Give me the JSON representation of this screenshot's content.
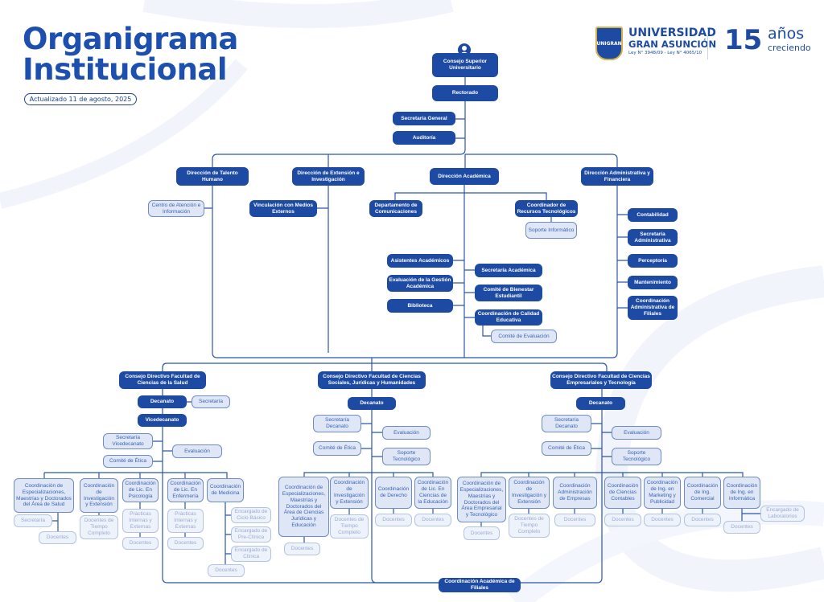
{
  "header": {
    "title_line1": "Organigrama",
    "title_line2": "Institucional",
    "updated": "Actualizado 11 de agosto, 2025"
  },
  "logo": {
    "shield": "UNIGRAN",
    "name1": "UNIVERSIDAD",
    "name2": "GRAN ASUNCIÓN",
    "law": "Ley N° 3948/09 - Ley N° 4065/10",
    "anniv_num": "15",
    "anniv_word": "años",
    "anniv_sub": "creciendo"
  },
  "colors": {
    "primary": "#1d4aa3",
    "light": "#dfe7f7",
    "faded": "#eef2fa"
  },
  "top": {
    "consejo": "Consejo Superior Universitario",
    "rectorado": "Rectorado",
    "secretaria_general": "Secretaría General",
    "auditoria": "Auditoría"
  },
  "direcciones": {
    "talento": "Dirección de Talento Humano",
    "extension": "Dirección de Extensión e Investigación",
    "academica": "Dirección Académica",
    "administrativa": "Dirección Administrativa y Financiera"
  },
  "units": {
    "centro": "Centro de Atención e Información",
    "vinculacion": "Vinculación con Medios Externos",
    "comunicaciones": "Departamento de Comunicaciones",
    "recursos": "Coordinador de Recursos Tecnológicos",
    "soporte_info": "Soporte Informático",
    "asistentes": "Asistentes Académicos",
    "eval_gestion": "Evaluación de la Gestión Académica",
    "biblioteca": "Biblioteca",
    "sec_academica": "Secretaría Académica",
    "bienestar": "Comité de Bienestar Estudiantil",
    "calidad": "Coordinación de Calidad Educativa",
    "comite_eval": "Comité de Evaluación",
    "contabilidad": "Contabilidad",
    "sec_admin": "Secretaría Administrativa",
    "perceptoria": "Perceptoría",
    "mantenimiento": "Mantenimiento",
    "coord_filiales_admin": "Coordinación Administrativa de Filiales"
  },
  "salud": {
    "consejo": "Consejo Directivo Facultad de Ciencias de la Salud",
    "decanato": "Decanato",
    "secretaria": "Secretaría",
    "vicedecanato": "Vicedecanato",
    "sec_vice": "Secretaría Vicedecanato",
    "etica": "Comité de Ética",
    "evaluacion": "Evaluación",
    "esp": "Coordinación de Especializaciones, Maestrías y Doctorados del Área de Salud",
    "esp_sec": "Secretaría",
    "esp_doc": "Docentes",
    "inv": "Coordinación de Investigación y Extensión",
    "inv_doc": "Docentes de Tiempo Completo",
    "psi": "Coordinación de Lic. En Psicología",
    "psi_prac": "Prácticas Internas y Externas",
    "psi_doc": "Docentes",
    "enf": "Coordinación de Lic. En Enfermería",
    "enf_prac": "Prácticas Internas y Externas",
    "enf_doc": "Docentes",
    "med": "Coordinación de Medicina",
    "med_ciclo": "Encargado de Ciclo Básico",
    "med_pre": "Encargado de Pre-Clínica",
    "med_cli": "Encargado de Clínica",
    "med_doc": "Docentes"
  },
  "sociales": {
    "consejo": "Consejo Directivo Facultad de Ciencias Sociales, Jurídicas y Humanidades",
    "decanato": "Decanato",
    "sec": "Secretaría Decanato",
    "etica": "Comité de Ética",
    "evaluacion": "Evaluación",
    "soporte": "Soporte Tecnológico",
    "esp": "Coordinación de Especializaciones, Maestrías y Doctorados del Área de Ciencias Jurídicas y Educación",
    "esp_doc": "Docentes",
    "inv": "Coordinación de Investigación y Extensión",
    "inv_doc": "Docentes de Tiempo Completo",
    "der": "Coordinación de Derecho",
    "der_doc": "Docentes",
    "edu": "Coordinación de Lic. En Ciencias de la Educación",
    "edu_doc": "Docentes"
  },
  "empresariales": {
    "consejo": "Consejo Directivo Facultad de Ciencias Empresariales y Tecnología",
    "decanato": "Decanato",
    "sec": "Secretaría Decanato",
    "etica": "Comité de Ética",
    "evaluacion": "Evaluación",
    "soporte": "Soporte Tecnológico",
    "esp": "Coordinación de Especializaciones, Maestrías y Doctorados del Área Empresarial y Tecnológico",
    "esp_doc": "Docentes",
    "inv": "Coordinación de Investigación y Extensión",
    "inv_doc": "Docentes de Tiempo Completo",
    "adm": "Coordinación Administración de Empresas",
    "adm_doc": "Docentes",
    "cont": "Coordinación de Ciencias Contables",
    "cont_doc": "Docentes",
    "mkt": "Coordinación de Ing. en Marketing y Publicidad",
    "mkt_doc": "Docentes",
    "com": "Coordinación de Ing. Comercial",
    "com_doc": "Docentes",
    "inf": "Coordinación de Ing. en Informática",
    "inf_doc": "Docentes",
    "inf_lab": "Encargado de Laboratorios"
  },
  "filiales": "Coordinación Académica de Filiales"
}
